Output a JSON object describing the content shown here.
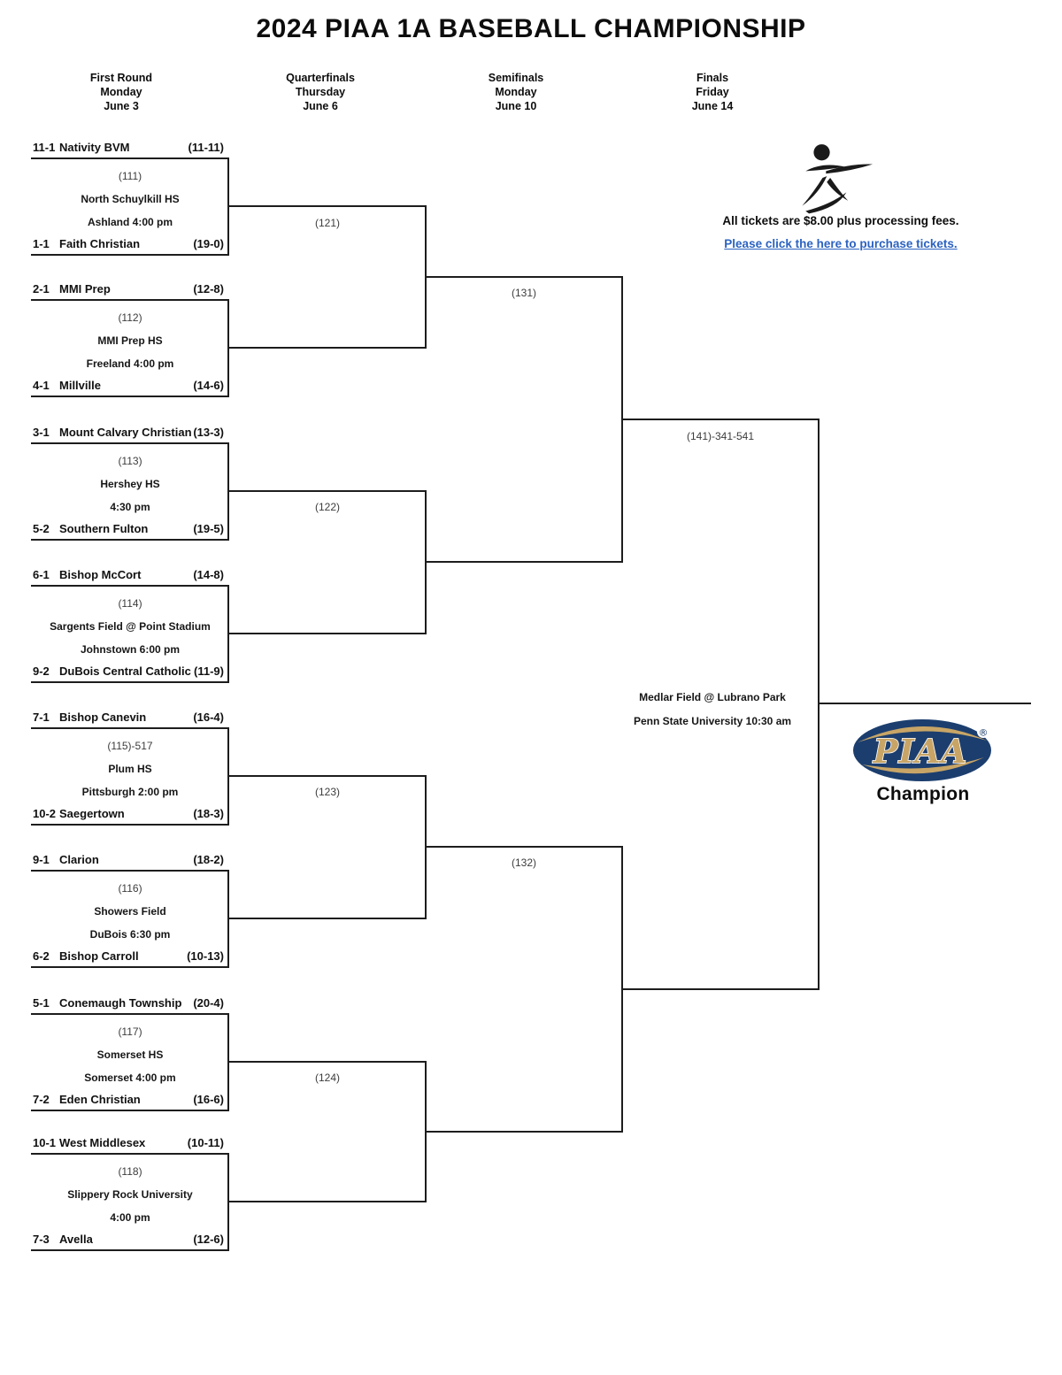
{
  "title": "2024 PIAA 1A BASEBALL CHAMPIONSHIP",
  "rounds": [
    {
      "name": "First Round",
      "day": "Monday",
      "date": "June 3"
    },
    {
      "name": "Quarterfinals",
      "day": "Thursday",
      "date": "June 6"
    },
    {
      "name": "Semifinals",
      "day": "Monday",
      "date": "June 10"
    },
    {
      "name": "Finals",
      "day": "Friday",
      "date": "June 14"
    }
  ],
  "first_round": [
    {
      "game_no": "(111)",
      "venue": "North Schuylkill HS",
      "venue2": "Ashland 4:00 pm",
      "top": {
        "seed": "11-1",
        "name": "Nativity BVM",
        "record": "(11-11)"
      },
      "bottom": {
        "seed": "1-1",
        "name": "Faith Christian",
        "record": "(19-0)"
      }
    },
    {
      "game_no": "(112)",
      "venue": "MMI Prep HS",
      "venue2": "Freeland 4:00 pm",
      "top": {
        "seed": "2-1",
        "name": "MMI Prep",
        "record": "(12-8)"
      },
      "bottom": {
        "seed": "4-1",
        "name": "Millville",
        "record": "(14-6)"
      }
    },
    {
      "game_no": "(113)",
      "venue": "Hershey HS",
      "venue2": "4:30 pm",
      "top": {
        "seed": "3-1",
        "name": "Mount Calvary Christian",
        "record": "(13-3)"
      },
      "bottom": {
        "seed": "5-2",
        "name": "Southern Fulton",
        "record": "(19-5)"
      }
    },
    {
      "game_no": "(114)",
      "venue": "Sargents Field @ Point Stadium",
      "venue2": "Johnstown 6:00 pm",
      "top": {
        "seed": "6-1",
        "name": "Bishop McCort",
        "record": "(14-8)"
      },
      "bottom": {
        "seed": "9-2",
        "name": "DuBois Central Catholic",
        "record": "(11-9)"
      }
    },
    {
      "game_no": "(115)-517",
      "venue": "Plum HS",
      "venue2": "Pittsburgh 2:00 pm",
      "top": {
        "seed": "7-1",
        "name": "Bishop Canevin",
        "record": "(16-4)"
      },
      "bottom": {
        "seed": "10-2",
        "name": "Saegertown",
        "record": "(18-3)"
      }
    },
    {
      "game_no": "(116)",
      "venue": "Showers Field",
      "venue2": "DuBois 6:30 pm",
      "top": {
        "seed": "9-1",
        "name": "Clarion",
        "record": "(18-2)"
      },
      "bottom": {
        "seed": "6-2",
        "name": "Bishop Carroll",
        "record": "(10-13)"
      }
    },
    {
      "game_no": "(117)",
      "venue": "Somerset HS",
      "venue2": "Somerset 4:00 pm",
      "top": {
        "seed": "5-1",
        "name": "Conemaugh Township",
        "record": "(20-4)"
      },
      "bottom": {
        "seed": "7-2",
        "name": "Eden Christian",
        "record": "(16-6)"
      }
    },
    {
      "game_no": "(118)",
      "venue": "Slippery Rock University",
      "venue2": "4:00 pm",
      "top": {
        "seed": "10-1",
        "name": "West Middlesex",
        "record": "(10-11)"
      },
      "bottom": {
        "seed": "7-3",
        "name": "Avella",
        "record": "(12-6)"
      }
    }
  ],
  "quarterfinal_labels": [
    "(121)",
    "(122)",
    "(123)",
    "(124)"
  ],
  "semifinal_labels": [
    "(131)",
    "(132)"
  ],
  "final": {
    "label": "(141)-341-541",
    "venue": "Medlar Field @ Lubrano Park",
    "venue2": "Penn State University 10:30 am"
  },
  "tickets": {
    "info": "All tickets are $8.00 plus processing fees.",
    "link": "Please click the here to purchase tickets."
  },
  "champion": {
    "logo": "PIAA",
    "reg": "®",
    "label": "Champion"
  },
  "colors": {
    "line": "#1d1d1d",
    "link": "#2b62c1",
    "logo_navy": "#1c3e6e",
    "logo_gold": "#c8a566"
  }
}
